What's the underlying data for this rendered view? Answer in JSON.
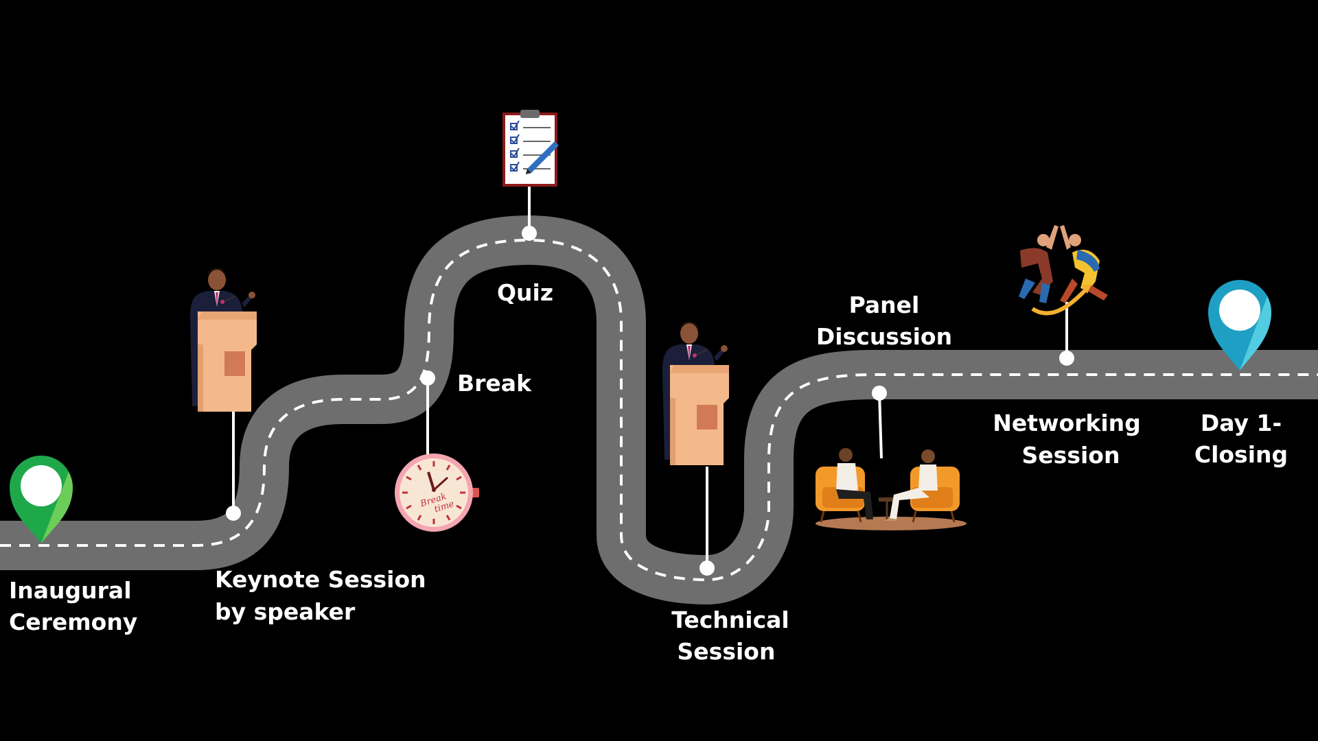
{
  "roadmap": {
    "colors": {
      "background": "#000000",
      "road": "#6e6e6e",
      "road_dash": "#ffffff",
      "connector": "#ffffff",
      "label": "#ffffff",
      "start_pin": "#1ea84a",
      "start_pin_light": "#7ad35a",
      "end_pin": "#1f9fc4",
      "end_pin_light": "#5cd3e6",
      "podium": "#f4b98a",
      "podium_panel": "#d27a55",
      "suit": "#1c1f3a",
      "clock_face": "#f8e6d4",
      "clock_rim": "#f3a6b0",
      "chair": "#f2992a",
      "rug": "#b57a52",
      "clipboard_border": "#8b1a1a"
    },
    "milestones": [
      {
        "lines": [
          "Inaugural",
          "Ceremony"
        ],
        "icon": "location-pin-icon"
      },
      {
        "lines": [
          "Keynote Session",
          "by speaker"
        ],
        "icon": "speaker-podium-icon"
      },
      {
        "lines": [
          "Break"
        ],
        "icon": "break-time-clock-icon"
      },
      {
        "lines": [
          "Quiz"
        ],
        "icon": "clipboard-checklist-icon"
      },
      {
        "lines": [
          "Technical",
          "Session"
        ],
        "icon": "speaker-podium-icon"
      },
      {
        "lines": [
          "Panel",
          "Discussion"
        ],
        "icon": "conversation-chairs-icon"
      },
      {
        "lines": [
          "Networking",
          "Session"
        ],
        "icon": "high-five-people-icon"
      },
      {
        "lines": [
          "Day 1-",
          "Closing"
        ],
        "icon": "location-pin-icon"
      }
    ],
    "clock_text": [
      "Break",
      "time"
    ]
  }
}
